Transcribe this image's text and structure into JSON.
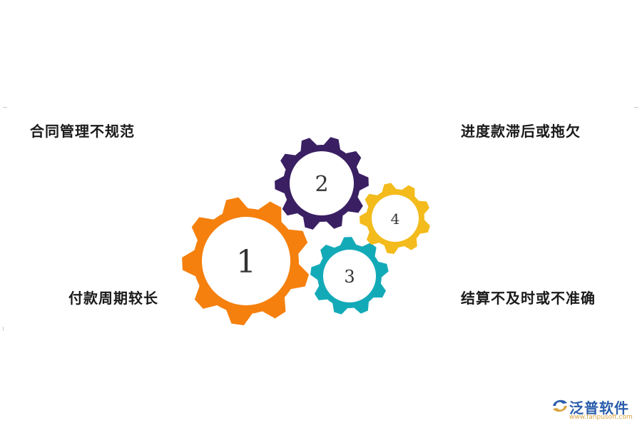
{
  "labels": {
    "top_left": "合同管理不规范",
    "top_right": "进度款滞后或拖欠",
    "bottom_left": "付款周期较长",
    "bottom_right": "结算不及时或不准确"
  },
  "gears": [
    {
      "number": "1",
      "color": "#f5800d",
      "icon": "gear-icon"
    },
    {
      "number": "2",
      "color": "#3a1f63",
      "icon": "gear-icon"
    },
    {
      "number": "3",
      "color": "#13aab8",
      "icon": "gear-icon"
    },
    {
      "number": "4",
      "color": "#f3bb1b",
      "icon": "gear-icon"
    }
  ],
  "logo": {
    "name": "泛普软件",
    "url_text": "www.fanpusoft.com",
    "color": "#2a5daa",
    "accent": "#d9a340"
  }
}
